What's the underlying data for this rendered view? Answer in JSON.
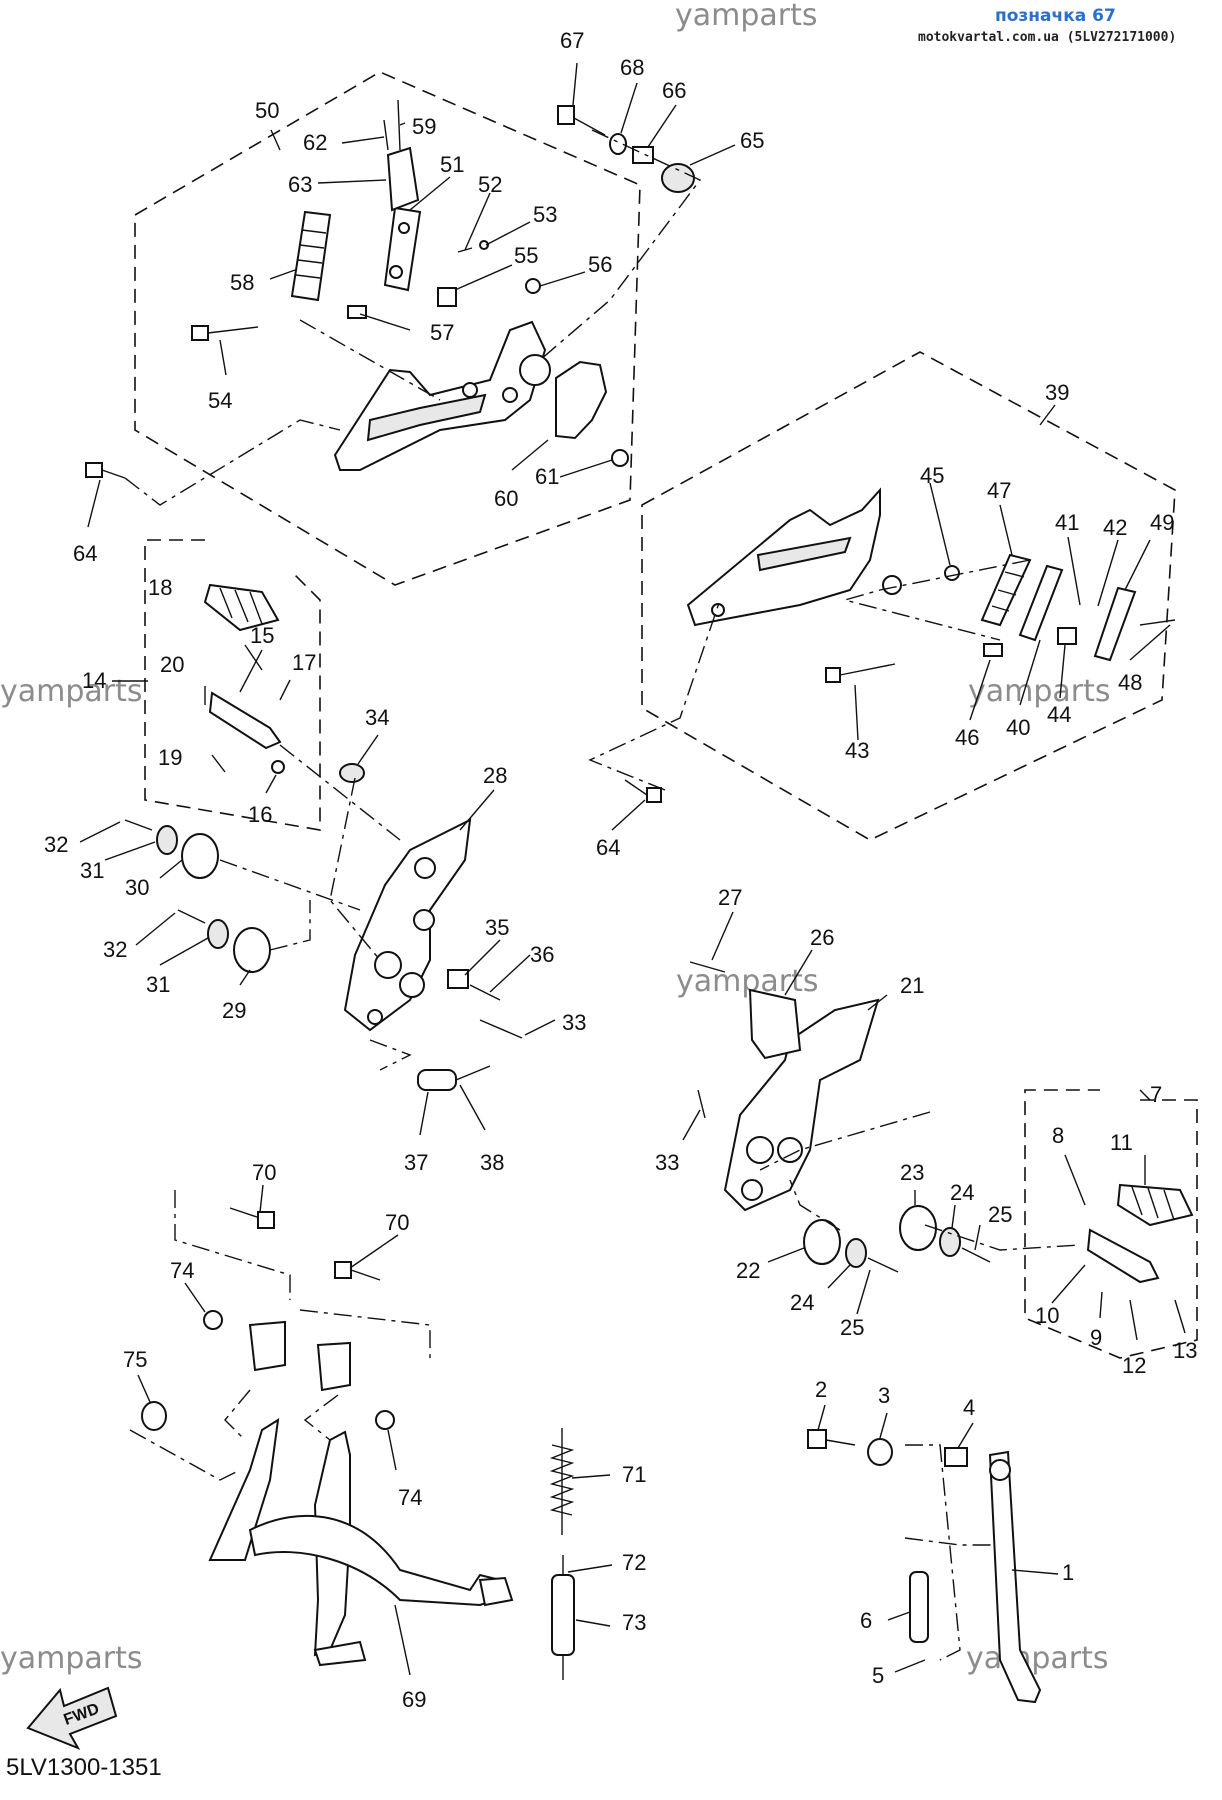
{
  "header": {
    "title": "позначка 67",
    "site": "motokvartal.com.ua (5LV272171000)"
  },
  "watermarks": [
    "yamparts",
    "yamparts",
    "yamparts",
    "yamparts",
    "yamparts",
    "yamparts"
  ],
  "diagram_code": "5LV1300-1351",
  "fwd_label": "FWD",
  "callouts": {
    "c1": "1",
    "c2": "2",
    "c3": "3",
    "c4": "4",
    "c5": "5",
    "c6": "6",
    "c7": "7",
    "c8": "8",
    "c9": "9",
    "c10": "10",
    "c11": "11",
    "c12": "12",
    "c13": "13",
    "c14": "14",
    "c15": "15",
    "c16": "16",
    "c17": "17",
    "c18": "18",
    "c19": "19",
    "c20": "20",
    "c21": "21",
    "c22": "22",
    "c23": "23",
    "c24a": "24",
    "c24b": "24",
    "c25a": "25",
    "c25b": "25",
    "c26": "26",
    "c27": "27",
    "c28": "28",
    "c29": "29",
    "c30": "30",
    "c31a": "31",
    "c31b": "31",
    "c32a": "32",
    "c32b": "32",
    "c33a": "33",
    "c33b": "33",
    "c34": "34",
    "c35": "35",
    "c36": "36",
    "c37": "37",
    "c38": "38",
    "c39": "39",
    "c40": "40",
    "c41": "41",
    "c42": "42",
    "c43": "43",
    "c44": "44",
    "c45": "45",
    "c46": "46",
    "c47": "47",
    "c48": "48",
    "c49": "49",
    "c50": "50",
    "c51": "51",
    "c52": "52",
    "c53": "53",
    "c54": "54",
    "c55": "55",
    "c56": "56",
    "c57": "57",
    "c58": "58",
    "c59": "59",
    "c60": "60",
    "c61": "61",
    "c62": "62",
    "c63": "63",
    "c64a": "64",
    "c64b": "64",
    "c65": "65",
    "c66": "66",
    "c67": "67",
    "c68": "68",
    "c69": "69",
    "c70a": "70",
    "c70b": "70",
    "c71": "71",
    "c72": "72",
    "c73": "73",
    "c74a": "74",
    "c74b": "74",
    "c75": "75"
  }
}
